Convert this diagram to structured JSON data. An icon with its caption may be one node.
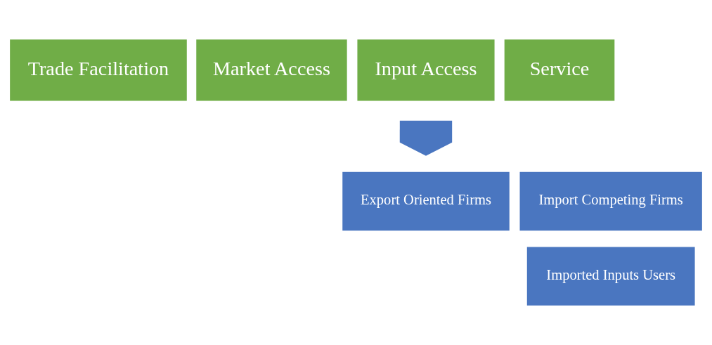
{
  "diagram": {
    "nodes": [
      {
        "text": [
          "Trade Facilitation"
        ]
      },
      {
        "text": [
          "Market Access"
        ]
      },
      {
        "text": [
          "Input Access"
        ]
      },
      {
        "text": [
          "Service"
        ]
      },
      {
        "text": [],
        "shape": "arrow"
      },
      {
        "text": [
          "Export Oriented Firms"
        ]
      },
      {
        "text": [
          "Import Competing Firms"
        ]
      },
      {
        "text": [
          "Imported Inputs Users"
        ]
      }
    ]
  }
}
